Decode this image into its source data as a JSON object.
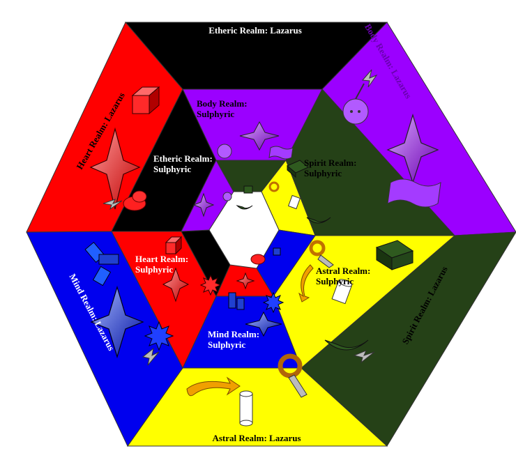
{
  "colors": {
    "etheric": "#000000",
    "body": "#9b00ff",
    "spirit": "#254117",
    "astral": "#ffff00",
    "mind": "#0000ee",
    "heart": "#ff0000",
    "center": "#ffffff",
    "outline": "#222222"
  },
  "outer_labels": {
    "etheric": "Etheric Realm: Lazarus",
    "body": "Body Realm: Lazarus",
    "spirit": "Spirit Realm: Lazarus",
    "astral": "Astral Realm: Lazarus",
    "mind": "Mind Realm: Lazarus",
    "heart": "Heart Realm: Lazarus"
  },
  "inner_labels": {
    "body": [
      "Body Realm:",
      "Sulphyric"
    ],
    "etheric": [
      "Etheric Realm:",
      "Sulphyric"
    ],
    "spirit": [
      "Spirit Realm:",
      "Sulphyric"
    ],
    "heart": [
      "Heart Realm:",
      "Sulphyric"
    ],
    "astral": [
      "Astral Realm:",
      "Sulphyric"
    ],
    "mind": [
      "Mind Realm:",
      "Sulphyric"
    ]
  },
  "icons": [
    "cube-icon",
    "star-crystal-icon",
    "lightning-icon",
    "flame-icon",
    "moon-icon",
    "flag-icon",
    "key-ring-icon",
    "cylinder-icon",
    "arrow-loop-icon",
    "book-icon",
    "gear-burst-icon",
    "orb-face-icon"
  ]
}
